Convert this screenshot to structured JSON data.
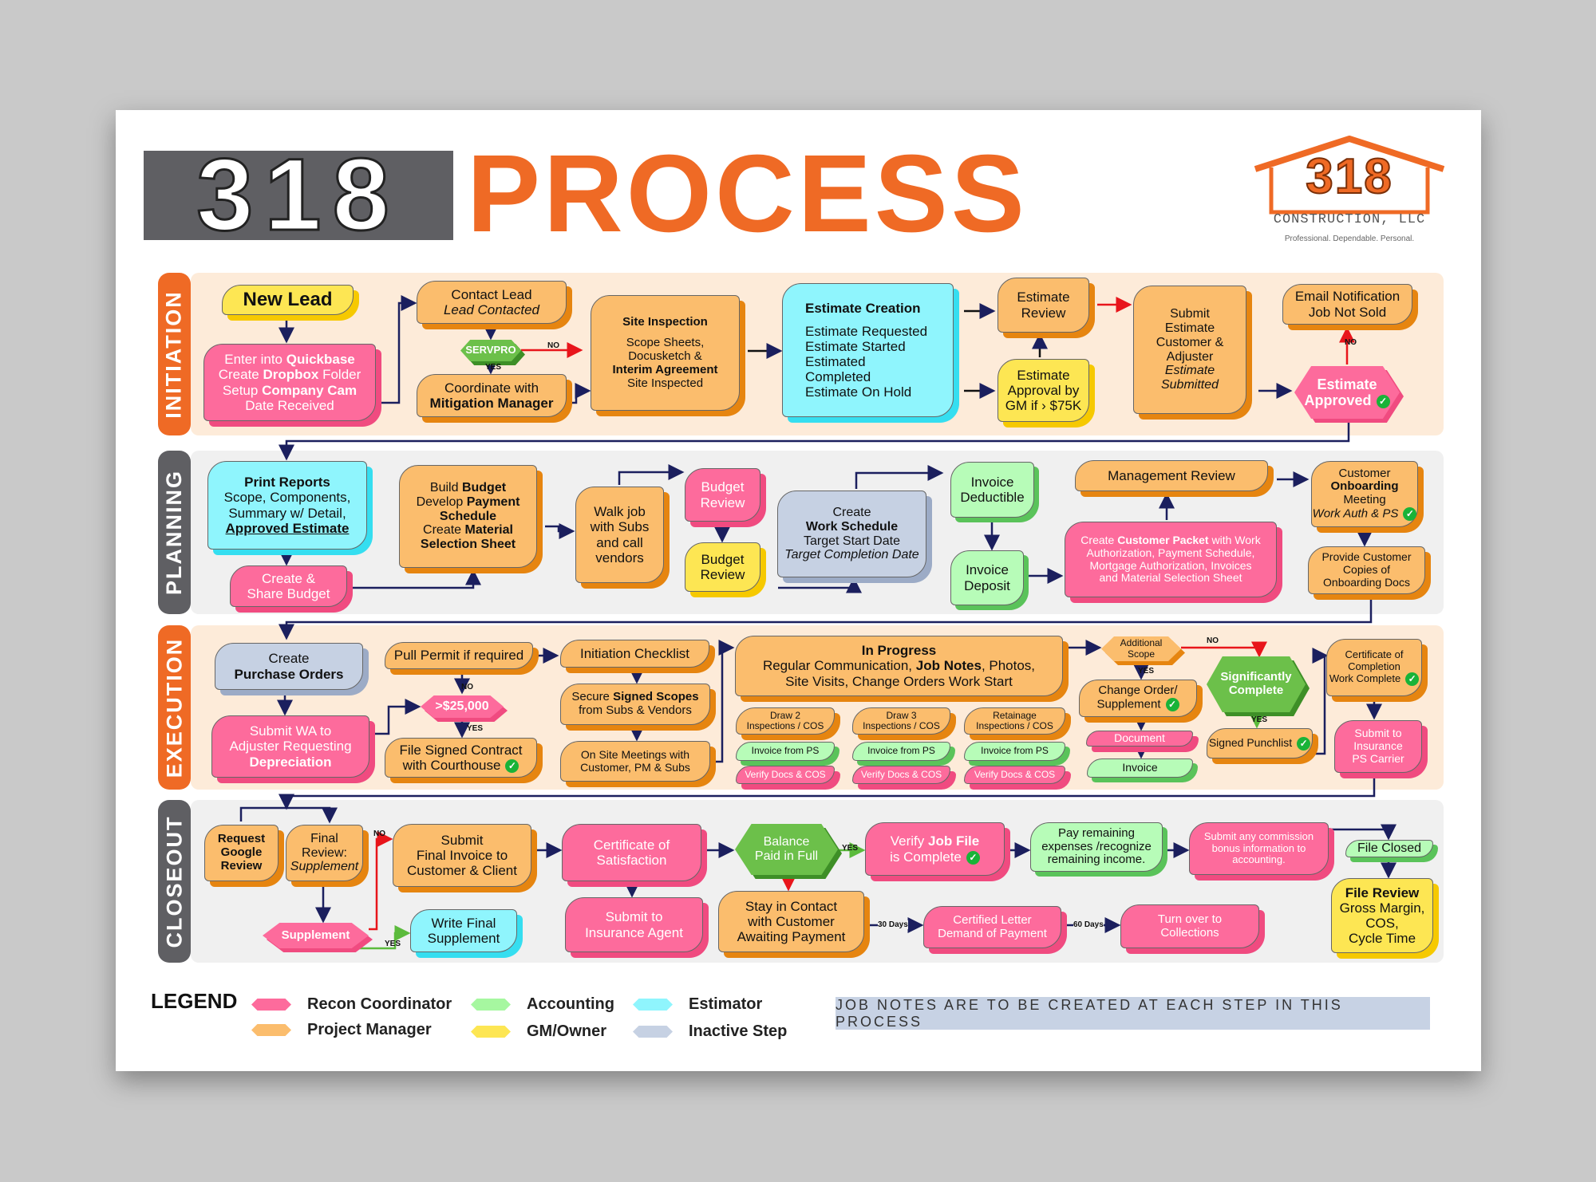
{
  "header": {
    "title_number": "318",
    "title_word": "PROCESS"
  },
  "logo": {
    "number": "318",
    "company": "CONSTRUCTION, LLC",
    "tagline": "Professional.  Dependable.  Personal."
  },
  "lanes": [
    {
      "label": "INITIATION"
    },
    {
      "label": "PLANNING"
    },
    {
      "label": "EXECUTION"
    },
    {
      "label": "CLOSEOUT"
    }
  ],
  "colors": {
    "orange": "#fbbd6d",
    "pink": "#fd6b9c",
    "yellow": "#fde653",
    "cyan": "#8ff5fd",
    "green": "#b7fcb8",
    "gray": "#c6d1e3",
    "title_orange": "#ef6a25"
  },
  "boxes": {
    "new_lead": {
      "lines": [
        [
          {
            "b": "New Lead"
          }
        ]
      ]
    },
    "intake": {
      "lines": [
        [
          "Enter into ",
          {
            "b": "Quickbase"
          }
        ],
        [
          "Create ",
          {
            "b": "Dropbox"
          },
          " Folder"
        ],
        [
          "Setup ",
          {
            "b": "Company Cam"
          }
        ],
        [
          "Date Received"
        ]
      ]
    },
    "contact_lead": {
      "lines": [
        [
          "Contact Lead"
        ],
        [
          {
            "i": "Lead Contacted"
          }
        ]
      ]
    },
    "servpro": {
      "lines": [
        [
          {
            "b": "SERVPRO"
          }
        ]
      ]
    },
    "coordinate": {
      "lines": [
        [
          "Coordinate with"
        ],
        [
          {
            "b": "Mitigation Manager"
          }
        ]
      ]
    },
    "site_inspection": {
      "lines": [
        [
          {
            "b": "Site Inspection"
          }
        ],
        [
          "Scope Sheets,"
        ],
        [
          "Docusketch &"
        ],
        [
          {
            "b": "Interim Agreement"
          }
        ],
        [
          "Site Inspected"
        ]
      ]
    },
    "estimate_creation": {
      "lines": [
        [
          {
            "b": "Estimate Creation"
          }
        ],
        [
          "Estimate Requested"
        ],
        [
          "Estimate Started"
        ],
        [
          "Estimated"
        ],
        [
          "Completed"
        ],
        [
          "Estimate On Hold"
        ]
      ]
    },
    "estimate_review": {
      "lines": [
        [
          "Estimate"
        ],
        [
          "Review"
        ]
      ]
    },
    "estimate_approval": {
      "lines": [
        [
          "Estimate"
        ],
        [
          "Approval by"
        ],
        [
          "GM if › $75K"
        ]
      ]
    },
    "submit_estimate": {
      "lines": [
        [
          "Submit"
        ],
        [
          "Estimate"
        ],
        [
          "Customer &"
        ],
        [
          "Adjuster"
        ],
        [
          " "
        ],
        [
          {
            "i": "Estimate"
          }
        ],
        [
          {
            "i": "Submitted"
          }
        ]
      ]
    },
    "email_notification": {
      "lines": [
        [
          "Email Notification"
        ],
        [
          "Job Not Sold"
        ]
      ]
    },
    "estimate_approved": {
      "lines": [
        [
          {
            "b": "Estimate"
          }
        ],
        [
          {
            "b": "Approved"
          }
        ]
      ],
      "check": true
    },
    "print_reports": {
      "lines": [
        [
          {
            "b": "Print Reports"
          }
        ],
        [
          "Scope, Components,"
        ],
        [
          "Summary w/ Detail,"
        ],
        [
          {
            "b": "Approved Estimate"
          }
        ]
      ]
    },
    "create_share_budget": {
      "lines": [
        [
          "Create &"
        ],
        [
          "Share Budget"
        ]
      ]
    },
    "build_budget": {
      "lines": [
        [
          "Build ",
          {
            "b": "Budget"
          }
        ],
        [
          "Develop ",
          {
            "b": "Payment"
          }
        ],
        [
          {
            "b": "Schedule"
          }
        ],
        [
          "Create ",
          {
            "b": "Material"
          }
        ],
        [
          {
            "b": "Selection Sheet"
          }
        ]
      ]
    },
    "walk_job": {
      "lines": [
        [
          "Walk job"
        ],
        [
          "with Subs"
        ],
        [
          "and call"
        ],
        [
          "vendors"
        ]
      ]
    },
    "budget_review_pm": {
      "lines": [
        [
          "Budget"
        ],
        [
          "Review"
        ]
      ]
    },
    "budget_review_gm": {
      "lines": [
        [
          "Budget"
        ],
        [
          "Review"
        ]
      ]
    },
    "work_schedule": {
      "lines": [
        [
          "Create"
        ],
        [
          {
            "b": "Work Schedule"
          }
        ],
        [
          "Target Start Date"
        ],
        [
          {
            "i": "Target Completion Date"
          }
        ]
      ]
    },
    "invoice_deductible": {
      "lines": [
        [
          "Invoice"
        ],
        [
          "Deductible"
        ]
      ]
    },
    "invoice_deposit": {
      "lines": [
        [
          "Invoice"
        ],
        [
          "Deposit"
        ]
      ]
    },
    "management_review": {
      "lines": [
        [
          "Management Review"
        ]
      ]
    },
    "customer_packet": {
      "lines": [
        [
          "Create ",
          {
            "b": "Customer Packet"
          },
          " with Work"
        ],
        [
          "Authorization, Payment Schedule,"
        ],
        [
          "Mortgage Authorization, Invoices"
        ],
        [
          "and Material Selection Sheet"
        ]
      ]
    },
    "customer_onboarding": {
      "lines": [
        [
          "Customer"
        ],
        [
          {
            "b": "Onboarding"
          }
        ],
        [
          "Meeting"
        ],
        [
          {
            "i": "Work Auth & PS"
          }
        ]
      ],
      "check": true
    },
    "provide_copies": {
      "lines": [
        [
          "Provide Customer"
        ],
        [
          "Copies of"
        ],
        [
          "Onboarding Docs"
        ]
      ]
    },
    "purchase_orders": {
      "lines": [
        [
          "Create"
        ],
        [
          {
            "b": "Purchase Orders"
          }
        ]
      ]
    },
    "submit_wa": {
      "lines": [
        [
          "Submit WA to"
        ],
        [
          "Adjuster Requesting"
        ],
        [
          {
            "b": "Depreciation"
          }
        ]
      ]
    },
    "pull_permit": {
      "lines": [
        [
          "Pull Permit if required"
        ]
      ]
    },
    "over_25000": {
      "lines": [
        [
          {
            "b": ">$25,000"
          }
        ]
      ]
    },
    "file_contract": {
      "lines": [
        [
          "File Signed Contract"
        ],
        [
          "with Courthouse"
        ]
      ],
      "check": true
    },
    "initiation_checklist": {
      "lines": [
        [
          "Initiation Checklist"
        ]
      ]
    },
    "secure_scopes": {
      "lines": [
        [
          "Secure ",
          {
            "b": "Signed Scopes"
          }
        ],
        [
          "from Subs & Vendors"
        ]
      ]
    },
    "onsite_meetings": {
      "lines": [
        [
          "On Site Meetings with"
        ],
        [
          "Customer, PM & Subs"
        ]
      ]
    },
    "in_progress": {
      "lines": [
        [
          {
            "b": "In Progress"
          }
        ],
        [
          "Regular Communication, ",
          {
            "b": "Job Notes"
          },
          ", Photos,"
        ],
        [
          "Site Visits, Change Orders Work Start"
        ]
      ]
    },
    "draw2": {
      "lines": [
        [
          "Draw 2"
        ],
        [
          "Inspections / COS"
        ]
      ]
    },
    "draw3": {
      "lines": [
        [
          "Draw 3"
        ],
        [
          "Inspections / COS"
        ]
      ]
    },
    "retainage": {
      "lines": [
        [
          "Retainage"
        ],
        [
          "Inspections / COS"
        ]
      ]
    },
    "invoice_ps_1": {
      "lines": [
        [
          "Invoice from PS"
        ]
      ]
    },
    "invoice_ps_2": {
      "lines": [
        [
          "Invoice from PS"
        ]
      ]
    },
    "invoice_ps_3": {
      "lines": [
        [
          "Invoice from PS"
        ]
      ]
    },
    "verify_docs_1": {
      "lines": [
        [
          "Verify Docs & COS"
        ]
      ]
    },
    "verify_docs_2": {
      "lines": [
        [
          "Verify Docs & COS"
        ]
      ]
    },
    "verify_docs_3": {
      "lines": [
        [
          "Verify Docs & COS"
        ]
      ]
    },
    "additional_scope": {
      "lines": [
        [
          "Additional"
        ],
        [
          "Scope"
        ]
      ]
    },
    "change_order": {
      "lines": [
        [
          "Change Order/"
        ],
        [
          "Supplement"
        ]
      ],
      "check": true
    },
    "document": {
      "lines": [
        [
          "Document"
        ]
      ]
    },
    "invoice": {
      "lines": [
        [
          "Invoice"
        ]
      ]
    },
    "significantly_complete": {
      "lines": [
        [
          {
            "b": "Significantly"
          }
        ],
        [
          {
            "b": "Complete"
          }
        ]
      ]
    },
    "signed_punchlist": {
      "lines": [
        [
          "Signed Punchlist"
        ]
      ],
      "check": true
    },
    "certificate_completion": {
      "lines": [
        [
          "Certificate of"
        ],
        [
          "Completion"
        ],
        [
          "Work Complete"
        ]
      ],
      "check": true
    },
    "submit_ps_carrier": {
      "lines": [
        [
          "Submit to"
        ],
        [
          "Insurance"
        ],
        [
          "PS Carrier"
        ]
      ]
    },
    "google_review": {
      "lines": [
        [
          {
            "b": "Request"
          }
        ],
        [
          {
            "b": "Google"
          }
        ],
        [
          {
            "b": "Review"
          }
        ]
      ]
    },
    "final_review": {
      "lines": [
        [
          "Final"
        ],
        [
          "Review:"
        ],
        [
          {
            "i": "Supplement"
          }
        ]
      ]
    },
    "supplement": {
      "lines": [
        [
          {
            "b": "Supplement"
          }
        ]
      ]
    },
    "submit_final_invoice": {
      "lines": [
        [
          "Submit"
        ],
        [
          "Final Invoice to"
        ],
        [
          "Customer & Client"
        ]
      ]
    },
    "write_final_supplement": {
      "lines": [
        [
          "Write Final"
        ],
        [
          "Supplement"
        ]
      ]
    },
    "certificate_satisfaction": {
      "lines": [
        [
          "Certificate of"
        ],
        [
          "Satisfaction"
        ]
      ]
    },
    "insurance_agent": {
      "lines": [
        [
          "Submit to"
        ],
        [
          "Insurance Agent"
        ]
      ]
    },
    "balance_paid": {
      "lines": [
        [
          "Balance"
        ],
        [
          "Paid in Full"
        ]
      ]
    },
    "stay_contact": {
      "lines": [
        [
          "Stay in Contact"
        ],
        [
          "with Customer"
        ],
        [
          "Awaiting Payment"
        ]
      ]
    },
    "verify_job_file": {
      "lines": [
        [
          "Verify ",
          {
            "b": "Job File"
          }
        ],
        [
          "is Complete"
        ]
      ],
      "check": true
    },
    "pay_remaining": {
      "lines": [
        [
          "Pay remaining"
        ],
        [
          "expenses /recognize"
        ],
        [
          "remaining income."
        ]
      ]
    },
    "submit_commission": {
      "lines": [
        [
          "Submit any commission"
        ],
        [
          "bonus information to"
        ],
        [
          "accounting."
        ]
      ]
    },
    "file_closed": {
      "lines": [
        [
          "File Closed"
        ]
      ]
    },
    "file_review": {
      "lines": [
        [
          {
            "b": "File Review"
          }
        ],
        [
          "Gross Margin,"
        ],
        [
          "COS,"
        ],
        [
          "Cycle Time"
        ]
      ]
    },
    "certified_letter": {
      "lines": [
        [
          "Certified Letter"
        ],
        [
          "Demand of Payment"
        ]
      ]
    },
    "collections": {
      "lines": [
        [
          "Turn over to"
        ],
        [
          "Collections"
        ]
      ]
    }
  },
  "labels": [
    "NO",
    "YES",
    "NO",
    "NO",
    "YES",
    "NO",
    "YES",
    "YES",
    "NO",
    "YES",
    "YES",
    "30 Days",
    "60 Days"
  ],
  "legend": {
    "title": "LEGEND",
    "items": [
      {
        "label": "Recon Coordinator",
        "color": "#fd6b9c"
      },
      {
        "label": "Project Manager",
        "color": "#fbbd6d"
      },
      {
        "label": "Accounting",
        "color": "#a6f7a0"
      },
      {
        "label": "GM/Owner",
        "color": "#fde653"
      },
      {
        "label": "Estimator",
        "color": "#8ff5fd"
      },
      {
        "label": "Inactive Step",
        "color": "#c6d1e3"
      }
    ]
  },
  "footer_note": "JOB NOTES ARE TO BE CREATED AT EACH STEP IN THIS PROCESS"
}
